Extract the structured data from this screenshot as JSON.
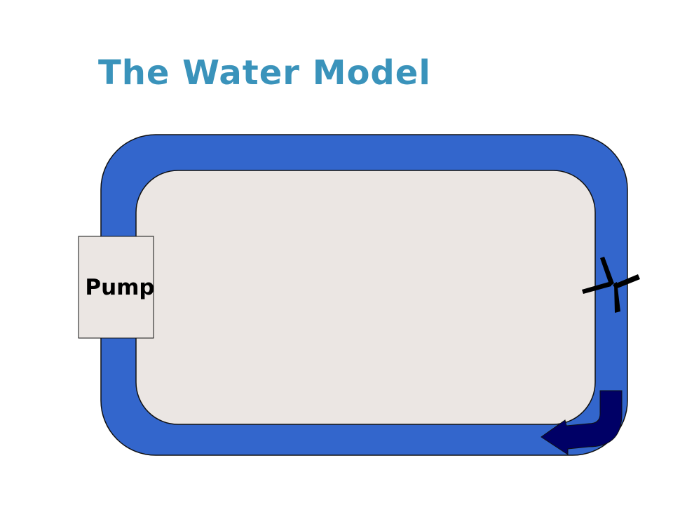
{
  "slide": {
    "title": "The Water Model",
    "colors": {
      "title": "#3a93bb",
      "pipe": "#3366cc",
      "inner": "#ebe6e3",
      "outline": "#111111",
      "arrow": "#000066",
      "pump_fill": "#ebe6e3",
      "fan": "#000000"
    }
  },
  "diagram": {
    "pump": {
      "label": "Pump",
      "icon": "pump-box"
    },
    "fan": {
      "icon": "fan-icon"
    },
    "flow_arrow": {
      "icon": "curved-arrow-left-icon"
    }
  }
}
